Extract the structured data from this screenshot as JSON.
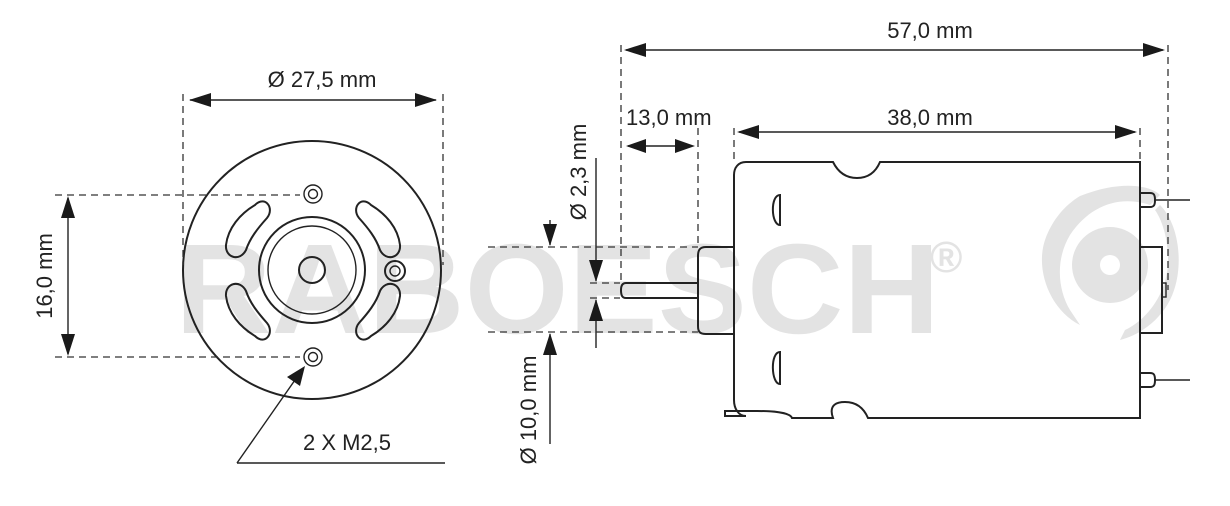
{
  "watermark": {
    "text": "RABOESCH",
    "registered_mark": "®",
    "color": "#e3e3e3"
  },
  "front_view": {
    "diameter_label": "Ø 27,5 mm",
    "hole_spacing_label": "16,0 mm",
    "thread_label": "2 X M2,5"
  },
  "side_view": {
    "total_length_label": "57,0 mm",
    "shaft_length_label": "13,0 mm",
    "body_length_label": "38,0 mm",
    "shaft_diameter_label": "Ø  2,3 mm",
    "boss_diameter_label": "Ø 10,0 mm"
  },
  "colors": {
    "line": "#222222",
    "background": "#ffffff"
  }
}
